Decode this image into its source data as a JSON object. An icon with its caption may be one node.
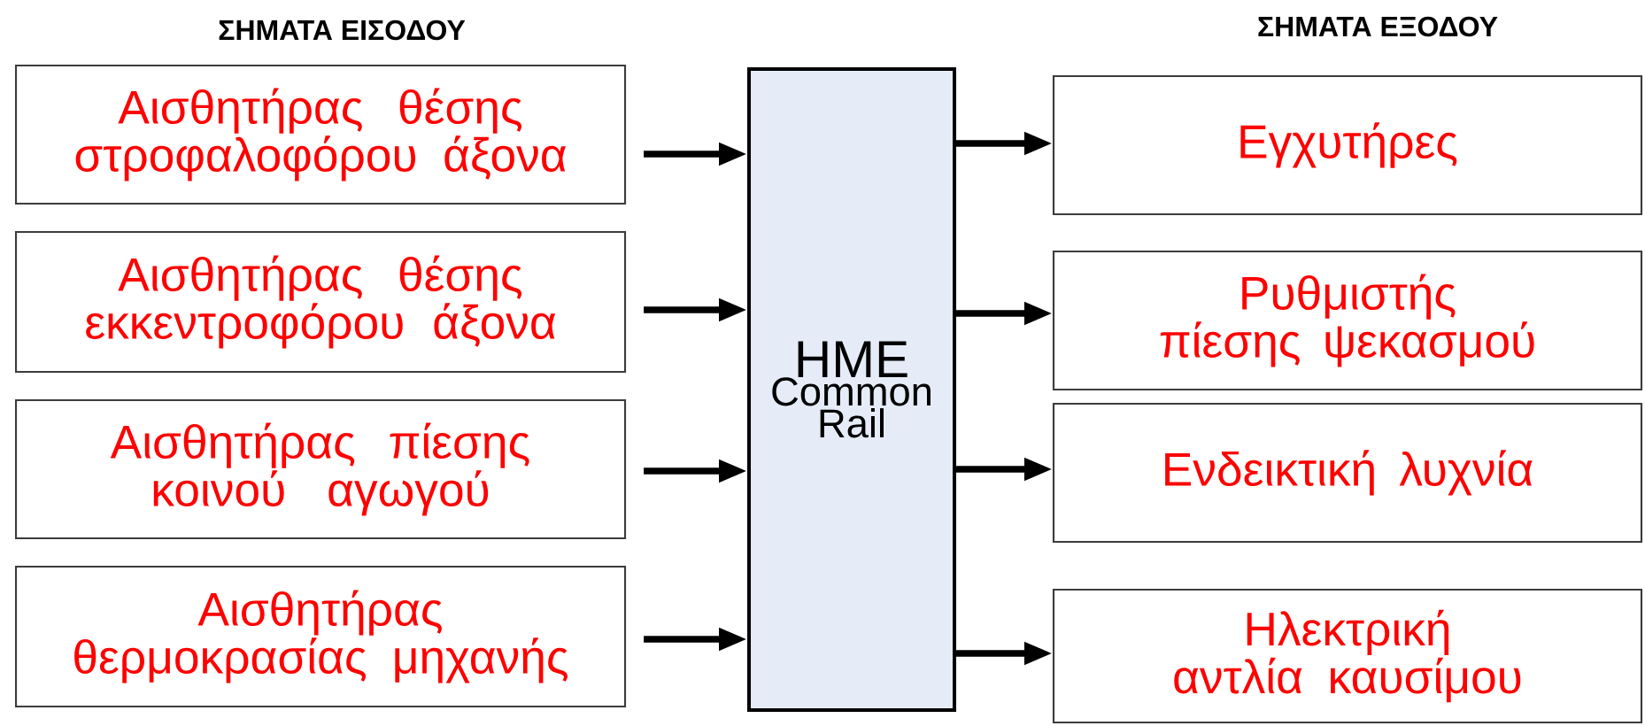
{
  "diagram": {
    "nodes": [
      {
        "text": [
          "Αισθητήρας θέσης στροφαλοφόρου άξονα"
        ]
      },
      {
        "text": [
          "Αισθητήρας θέσης εκκεντροφόρου άξονα"
        ]
      },
      {
        "text": [
          "Αισθητήρας πίεσης κοινού αγωγού"
        ]
      },
      {
        "text": [
          "Αισθητήρας θερμοκρασίας μηχανής"
        ]
      },
      {
        "text": [
          "HME",
          "Common Rail"
        ]
      },
      {
        "text": [
          "Εγχυτήρες"
        ]
      },
      {
        "text": [
          "Ρυθμιστής πίεσης ψεκασμού"
        ]
      },
      {
        "text": [
          "Ενδεικτική λυχνία"
        ]
      },
      {
        "text": [
          "Ηλεκτρική αντλία καυσίμου"
        ]
      }
    ],
    "edges": [
      {
        "from": 0,
        "to": 4,
        "arrow": "to"
      },
      {
        "from": 1,
        "to": 4,
        "arrow": "to"
      },
      {
        "from": 2,
        "to": 4,
        "arrow": "to"
      },
      {
        "from": 3,
        "to": 4,
        "arrow": "to"
      },
      {
        "from": 4,
        "to": 5,
        "arrow": "to"
      },
      {
        "from": 4,
        "to": 6,
        "arrow": "to"
      },
      {
        "from": 4,
        "to": 7,
        "arrow": "to"
      },
      {
        "from": 4,
        "to": 8,
        "arrow": "to"
      }
    ],
    "labels": [
      "ΣΗΜΑΤΑ ΕΙΣΟΔΟΥ",
      "ΣΗΜΑΤΑ ΕΞΟΔΟΥ"
    ]
  }
}
